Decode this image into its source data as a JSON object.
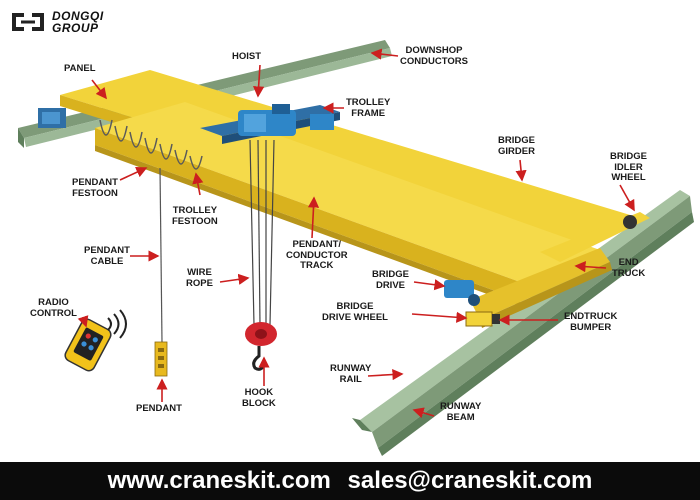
{
  "brand": {
    "line1": "DONGQI",
    "line2": "GROUP",
    "logo_icon": "dongqi-logo-icon"
  },
  "labels": {
    "panel": [
      "PANEL"
    ],
    "hoist": [
      "HOIST"
    ],
    "downshop_conductors": [
      "DOWNSHOP",
      "CONDUCTORS"
    ],
    "trolley_frame": [
      "TROLLEY",
      "FRAME"
    ],
    "bridge_girder": [
      "BRIDGE",
      "GIRDER"
    ],
    "bridge_idler_wheel": [
      "BRIDGE",
      "IDLER",
      "WHEEL"
    ],
    "pendant_festoon": [
      "PENDANT",
      "FESTOON"
    ],
    "trolley_festoon": [
      "TROLLEY",
      "FESTOON"
    ],
    "pendant_conductor_track": [
      "PENDANT/",
      "CONDUCTOR",
      "TRACK"
    ],
    "end_truck": [
      "END",
      "TRUCK"
    ],
    "pendant_cable": [
      "PENDANT",
      "CABLE"
    ],
    "wire_rope": [
      "WIRE",
      "ROPE"
    ],
    "bridge_drive": [
      "BRIDGE",
      "DRIVE"
    ],
    "bridge_drive_wheel": [
      "BRIDGE",
      "DRIVE WHEEL"
    ],
    "radio_control": [
      "RADIO",
      "CONTROL"
    ],
    "endtruck_bumper": [
      "ENDTRUCK",
      "BUMPER"
    ],
    "runway_rail": [
      "RUNWAY",
      "RAIL"
    ],
    "hook_block": [
      "HOOK",
      "BLOCK"
    ],
    "pendant": [
      "PENDANT"
    ],
    "runway_beam": [
      "RUNWAY",
      "BEAM"
    ]
  },
  "footer": {
    "website": "www.craneskit.com",
    "email": "sales@craneskit.com"
  },
  "colors": {
    "girder": "#f2d33a",
    "girder_shade": "#d9b21e",
    "runway_green": "#8fb08a",
    "runway_dark": "#5f7f5c",
    "hoist_blue": "#2e86c8",
    "hook_red": "#d2262e",
    "arrow_red": "#cc1f1f",
    "footer_bg": "#0b0b0b"
  }
}
